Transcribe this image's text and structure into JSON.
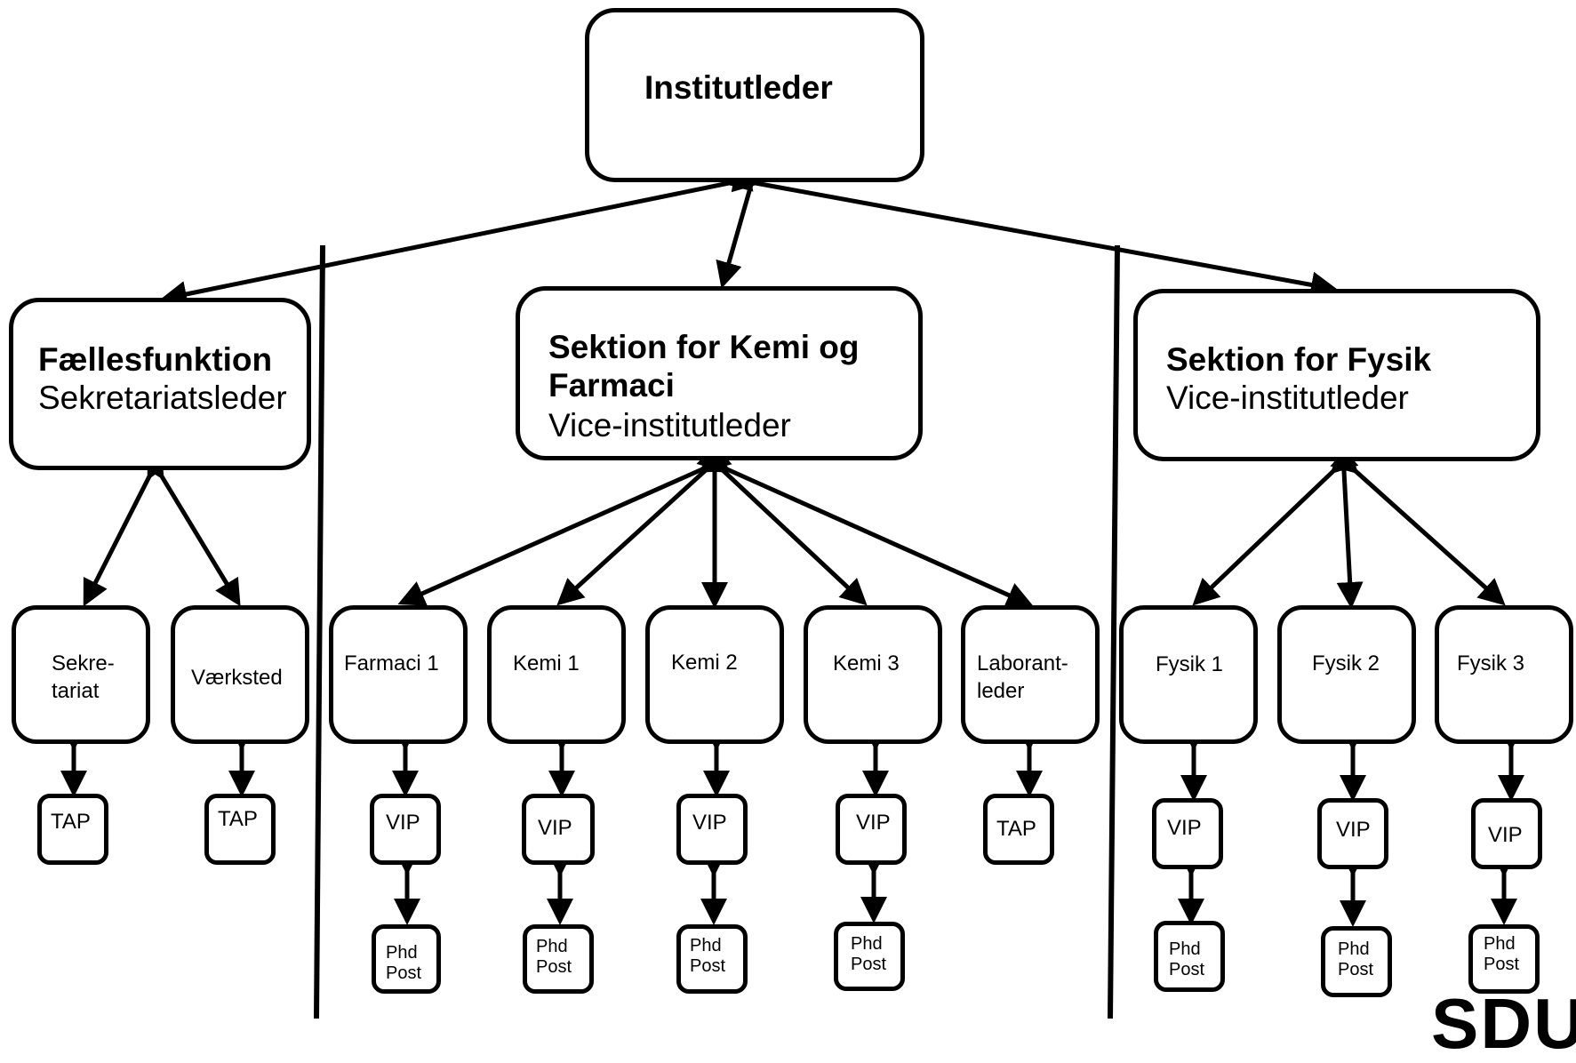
{
  "top": {
    "title": "Institutleder"
  },
  "faelles": {
    "title": "Fællesfunktion",
    "subtitle": "Sekretariatsleder",
    "units": [
      {
        "label1": "Sekre-",
        "label2": "tariat",
        "sub": "TAP"
      },
      {
        "label1": "Værksted",
        "sub": "TAP"
      }
    ]
  },
  "kemi": {
    "title1": "Sektion for Kemi og",
    "title2": "Farmaci",
    "subtitle": "Vice-institutleder",
    "units": [
      {
        "label": "Farmaci 1",
        "vip": "VIP",
        "phd1": "Phd",
        "phd2": "Post"
      },
      {
        "label": "Kemi 1",
        "vip": "VIP",
        "phd1": "Phd",
        "phd2": "Post"
      },
      {
        "label": "Kemi 2",
        "vip": "VIP",
        "phd1": "Phd",
        "phd2": "Post"
      },
      {
        "label": "Kemi 3",
        "vip": "VIP",
        "phd1": "Phd",
        "phd2": "Post"
      }
    ],
    "laborant": {
      "label1": "Laborant-",
      "label2": "leder",
      "sub": "TAP"
    }
  },
  "fysik": {
    "title": "Sektion for Fysik",
    "subtitle": "Vice-institutleder",
    "units": [
      {
        "label": "Fysik 1",
        "vip": "VIP",
        "phd1": "Phd",
        "phd2": "Post"
      },
      {
        "label": "Fysik 2",
        "vip": "VIP",
        "phd1": "Phd",
        "phd2": "Post"
      },
      {
        "label": "Fysik 3",
        "vip": "VIP",
        "phd1": "Phd",
        "phd2": "Post"
      }
    ]
  },
  "logo": {
    "text": "SDU"
  }
}
